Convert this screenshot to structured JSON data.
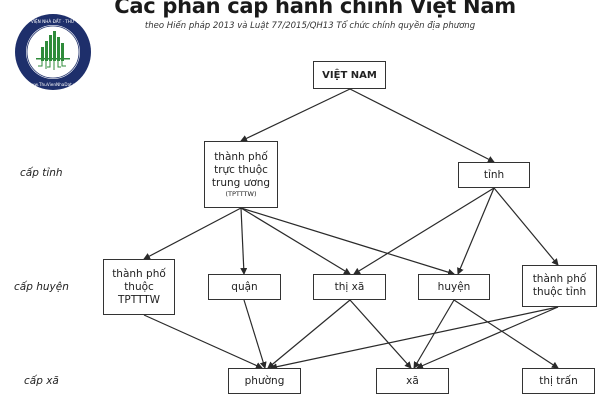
{
  "header": {
    "title": "Các phân cấp hành chính Việt Nam",
    "subtitle": "theo Hiến pháp 2013 và Luật 77/2015/QH13 Tổ chức chính quyền địa phương"
  },
  "logo": {
    "icon": "thuvien-nhadat-logo",
    "ring_text_top": "THƯ VIỆN NHÀ ĐẤT · THƯ VIỆN NHÀ ĐẤT",
    "ring_text_bottom": "www.ThuVienNhaDat.vn",
    "colors": {
      "ring": "#1e2f6b",
      "building": "#2e8b3a"
    }
  },
  "levels": [
    {
      "id": "tinh",
      "label": "cấp tỉnh"
    },
    {
      "id": "huyen",
      "label": "cấp huyện"
    },
    {
      "id": "xa",
      "label": "cấp xã"
    }
  ],
  "nodes": {
    "vietnam": {
      "label": "VIỆT NAM"
    },
    "tptttw": {
      "lines": [
        "thành phố",
        "trực thuộc",
        "trung ương"
      ],
      "note": "(TPTTTW)"
    },
    "tinh": {
      "label": "tỉnh"
    },
    "tp_thuoc_tptttw": {
      "lines": [
        "thành phố",
        "thuộc",
        "TPTTTW"
      ]
    },
    "quan": {
      "label": "quận"
    },
    "thi_xa": {
      "label": "thị xã"
    },
    "huyen": {
      "label": "huyện"
    },
    "tp_thuoc_tinh": {
      "lines": [
        "thành phố",
        "thuộc tỉnh"
      ]
    },
    "phuong": {
      "label": "phường"
    },
    "xa": {
      "label": "xã"
    },
    "thi_tran": {
      "label": "thị trấn"
    }
  },
  "edges": [
    [
      "vietnam",
      "tptttw"
    ],
    [
      "vietnam",
      "tinh"
    ],
    [
      "tptttw",
      "tp_thuoc_tptttw"
    ],
    [
      "tptttw",
      "quan"
    ],
    [
      "tptttw",
      "thi_xa"
    ],
    [
      "tptttw",
      "huyen"
    ],
    [
      "tinh",
      "thi_xa"
    ],
    [
      "tinh",
      "huyen"
    ],
    [
      "tinh",
      "tp_thuoc_tinh"
    ],
    [
      "tp_thuoc_tptttw",
      "phuong"
    ],
    [
      "quan",
      "phuong"
    ],
    [
      "thi_xa",
      "phuong"
    ],
    [
      "thi_xa",
      "xa"
    ],
    [
      "huyen",
      "xa"
    ],
    [
      "huyen",
      "thi_tran"
    ],
    [
      "tp_thuoc_tinh",
      "phuong"
    ],
    [
      "tp_thuoc_tinh",
      "xa"
    ]
  ],
  "colors": {
    "line": "#2a2a2a",
    "box_border": "#333333",
    "text": "#222222"
  }
}
